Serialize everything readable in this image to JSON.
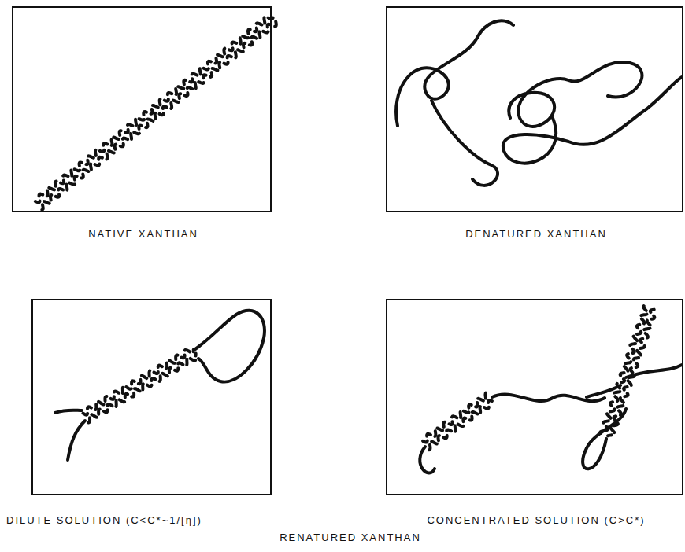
{
  "diagram": {
    "nodes": [
      {
        "text": [
          "NATIVE XANTHAN"
        ]
      },
      {
        "text": [
          "DENATURED XANTHAN"
        ]
      },
      {
        "text": [
          "DILUTE SOLUTION (C<C*~1/[η])"
        ]
      },
      {
        "text": [
          "CONCENTRATED SOLUTION (C>C*)"
        ]
      }
    ],
    "labels": [
      "RENATURED XANTHAN"
    ]
  }
}
